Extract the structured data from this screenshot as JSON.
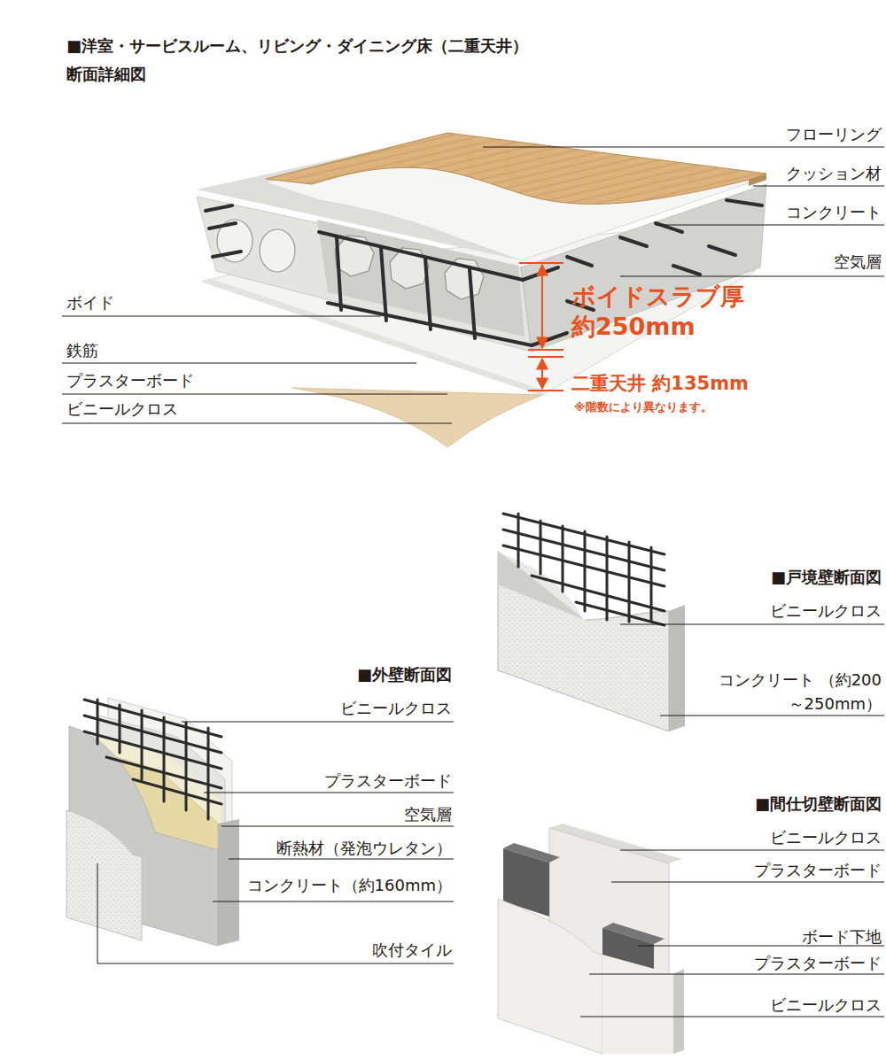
{
  "diagram": {
    "title": "■洋室・サービスルーム、リビング・ダイニング床（二重天井） 断面詳細図",
    "labels": [
      "フローリング",
      "クッション材",
      "コンクリート",
      "空気層",
      "ボイド",
      "ボイドスラブ厚 約250mm",
      "鉄筋",
      "プラスターボード",
      "二重天井 約135mm",
      "※階数により異なります。",
      "ビニールクロス",
      "■戸境壁断面図",
      "ビニールクロス",
      "コンクリート （約200～250mm）",
      "■外壁断面図",
      "ビニールクロス",
      "プラスターボード",
      "空気層",
      "断熱材（発泡ウレタン）",
      "コンクリート（約160mm）",
      "吹付タイル",
      "■間仕切壁断面図",
      "ビニールクロス",
      "プラスターボード",
      "ボード下地",
      "プラスターボード",
      "ビニールクロス"
    ]
  }
}
